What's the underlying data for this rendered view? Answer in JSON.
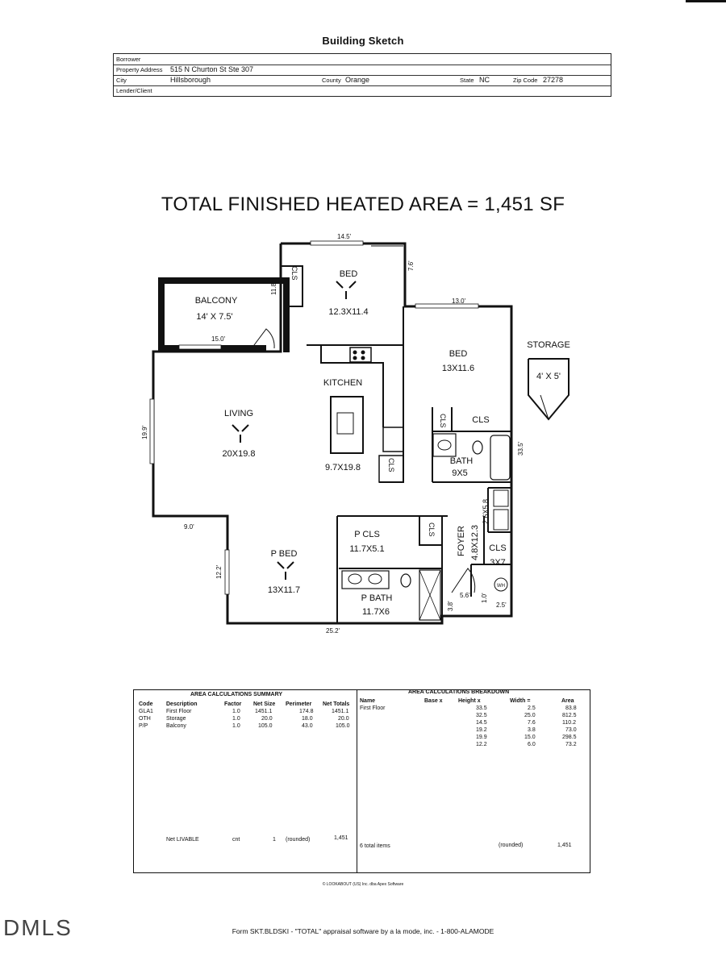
{
  "doc": {
    "title": "Building Sketch",
    "headline": "TOTAL FINISHED HEATED AREA = 1,451 SF"
  },
  "header": {
    "borrower_label": "Borrower",
    "address_label": "Property Address",
    "address": "515 N Churton St Ste 307",
    "city_label": "City",
    "city": "Hillsborough",
    "county_label": "County",
    "county": "Orange",
    "state_label": "State",
    "state": "NC",
    "zip_label": "Zip Code",
    "zip": "27278",
    "lender_label": "Lender/Client"
  },
  "plan": {
    "rooms": {
      "balcony": "BALCONY",
      "balcony_size": "14' X 7.5'",
      "bed1": "BED",
      "bed1_size": "12.3X11.4",
      "bed2": "BED",
      "bed2_size": "13X11.6",
      "storage": "STORAGE",
      "storage_size": "4' X 5'",
      "kitchen": "KITCHEN",
      "kitchen_size": "9.7X19.8",
      "living": "LIVING",
      "living_size": "20X19.8",
      "cls_main": "CLS",
      "cls_bath": "CLS",
      "cls_bed1": "CLS",
      "cls_kitchen": "CLS",
      "cls_pcls": "CLS",
      "cls_foyer": "CLS",
      "cls_foyer_size": "3X7",
      "bath": "BATH",
      "bath_size": "9X5",
      "foyer": "FOYER",
      "foyer_size": "4.8X12.3",
      "laundry_size": "2.6X5.8",
      "pcls": "P CLS",
      "pcls_size": "11.7X5.1",
      "pbed": "P BED",
      "pbed_size": "13X11.7",
      "pbath": "P BATH",
      "pbath_size": "11.7X6",
      "wh": "WH"
    },
    "dims": {
      "d1": "14.5'",
      "d2": "7.6'",
      "d3": "11.8'",
      "d4": "15.0'",
      "d5": "13.0'",
      "d6": "19.9'",
      "d7": "33.5'",
      "d8": "9.0'",
      "d9": "12.2'",
      "d10": "25.2'",
      "d11": "5.6'",
      "d12": "1.0'",
      "d13": "2.5'",
      "d14": "3.8'"
    }
  },
  "summary": {
    "title": "AREA CALCULATIONS SUMMARY",
    "headers": [
      "Code",
      "Description",
      "Factor",
      "Net Size",
      "Perimeter",
      "Net Totals"
    ],
    "rows": [
      [
        "GLA1",
        "First Floor",
        "1.0",
        "1451.1",
        "174.8",
        "1451.1"
      ],
      [
        "OTH",
        "Storage",
        "1.0",
        "20.0",
        "18.0",
        "20.0"
      ],
      [
        "P/P",
        "Balcony",
        "1.0",
        "105.0",
        "43.0",
        "105.0"
      ]
    ],
    "net_label": "Net LIVABLE",
    "cnt_label": "cnt",
    "cnt": "1",
    "rounded_label": "(rounded)",
    "net_total": "1,451"
  },
  "breakdown": {
    "title": "AREA CALCULATIONS BREAKDOWN",
    "headers": [
      "Name",
      "Base x",
      "Height x",
      "Width =",
      "Area"
    ],
    "name": "First Floor",
    "rows": [
      [
        "33.5",
        "2.5",
        "83.8"
      ],
      [
        "32.5",
        "25.0",
        "812.5"
      ],
      [
        "14.5",
        "7.6",
        "110.2"
      ],
      [
        "19.2",
        "3.8",
        "73.0"
      ],
      [
        "19.9",
        "15.0",
        "298.5"
      ],
      [
        "12.2",
        "6.0",
        "73.2"
      ]
    ],
    "total_items": "6 total items",
    "rounded_label": "(rounded)",
    "total": "1,451"
  },
  "footer": {
    "copyright": "© LOOKABOUT (US) Inc. dba Apex Software",
    "form": "Form SKT.BLDSKI - \"TOTAL\" appraisal software by a la mode, inc. - 1-800-ALAMODE",
    "logo": "DMLS"
  }
}
